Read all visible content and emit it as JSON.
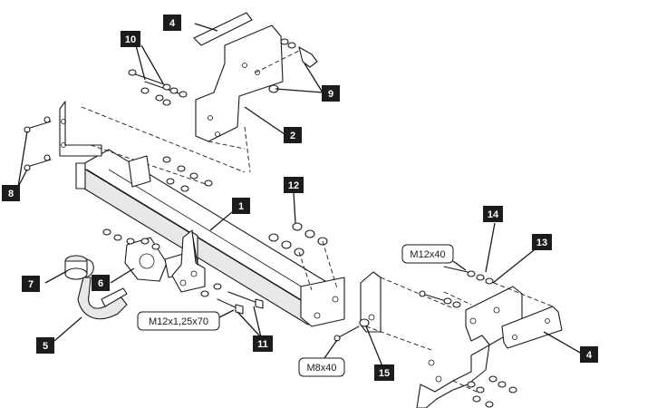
{
  "part_labels": {
    "p1": "1",
    "p2": "2",
    "p4a": "4",
    "p4b": "4",
    "p5": "5",
    "p6": "6",
    "p7": "7",
    "p8": "8",
    "p9": "9",
    "p10": "10",
    "p11": "11",
    "p12": "12",
    "p13": "13",
    "p14": "14",
    "p15": "15"
  },
  "dimension_labels": {
    "bolt_m12x40": "M12x40",
    "bolt_m12x125x70": "M12x1,25x70",
    "bolt_m8x40": "M8x40"
  }
}
